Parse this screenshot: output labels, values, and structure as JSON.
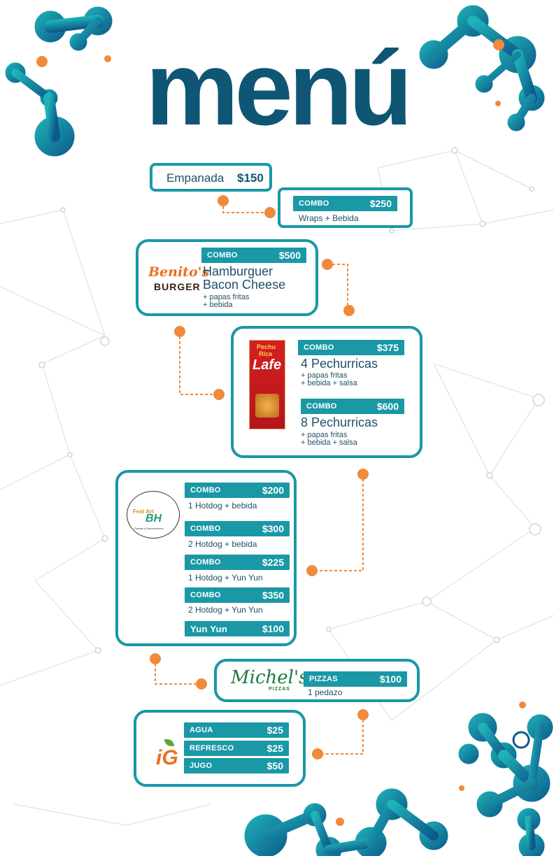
{
  "title": "menú",
  "empanada": {
    "name": "Empanada",
    "price": "$150"
  },
  "wraps": {
    "label": "COMBO",
    "price": "$250",
    "desc": "Wraps + Bebida"
  },
  "benitos": {
    "logo_line1": "Benito's",
    "logo_line2": "BURGER",
    "label": "COMBO",
    "price": "$500",
    "name_line1": "Hamburguer",
    "name_line2": "Bacon Cheese",
    "extra1": "+ papas fritas",
    "extra2": "+ bebida"
  },
  "pechurricas": {
    "logo_line1": "Pechu",
    "logo_line2": "Rica",
    "logo_line3": "Lafe",
    "combos": [
      {
        "label": "COMBO",
        "price": "$375",
        "name": "4 Pechurricas",
        "extra1": "+ papas fritas",
        "extra2": "+ bebida + salsa"
      },
      {
        "label": "COMBO",
        "price": "$600",
        "name": "8 Pechurricas",
        "extra1": "+ papas fritas",
        "extra2": "+ bebida + salsa"
      }
    ]
  },
  "hotdogs": {
    "logo_line1": "Fest Art",
    "logo_line2": "BH",
    "logo_line3": "Fiestas y Decoraciones",
    "items": [
      {
        "label": "COMBO",
        "price": "$200",
        "desc": "1 Hotdog + bebida"
      },
      {
        "label": "COMBO",
        "price": "$300",
        "desc": "2 Hotdog + bebida"
      },
      {
        "label": "COMBO",
        "price": "$225",
        "desc": "1 Hotdog + Yun Yun"
      },
      {
        "label": "COMBO",
        "price": "$350",
        "desc": "2 Hotdog + Yun Yun"
      },
      {
        "label": "Yun Yun",
        "price": "$100",
        "desc": ""
      }
    ]
  },
  "michels": {
    "logo": "Michel's",
    "logo_sub": "PIZZAS",
    "label": "PIZZAS",
    "price": "$100",
    "desc": "1 pedazo"
  },
  "drinks": {
    "logo": "iG",
    "items": [
      {
        "label": "AGUA",
        "price": "$25"
      },
      {
        "label": "REFRESCO",
        "price": "$25"
      },
      {
        "label": "JUGO",
        "price": "$50"
      }
    ]
  },
  "colors": {
    "teal": "#1a98a6",
    "navy": "#0e5674",
    "orange": "#f08a3c"
  }
}
